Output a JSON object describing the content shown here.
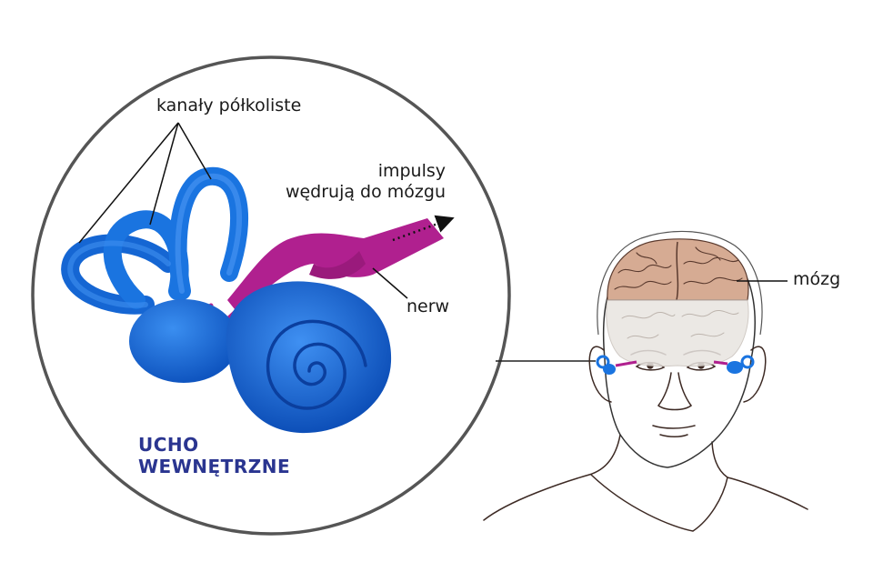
{
  "labels": {
    "semicircular_canals": "kanały półkoliste",
    "impulses_line1": "impulsy",
    "impulses_line2": "wędrują do mózgu",
    "nerve": "nerw",
    "brain": "mózg",
    "inner_ear_line1": "UCHO",
    "inner_ear_line2": "WEWNĘTRZNE"
  },
  "colors": {
    "ear_blue": "#1a74e0",
    "ear_blue_dark": "#0d4fb8",
    "nerve_magenta": "#b0208f",
    "title_navy": "#2a3590",
    "brain_tan": "#d6ab93",
    "outline": "#4a4a4a"
  }
}
